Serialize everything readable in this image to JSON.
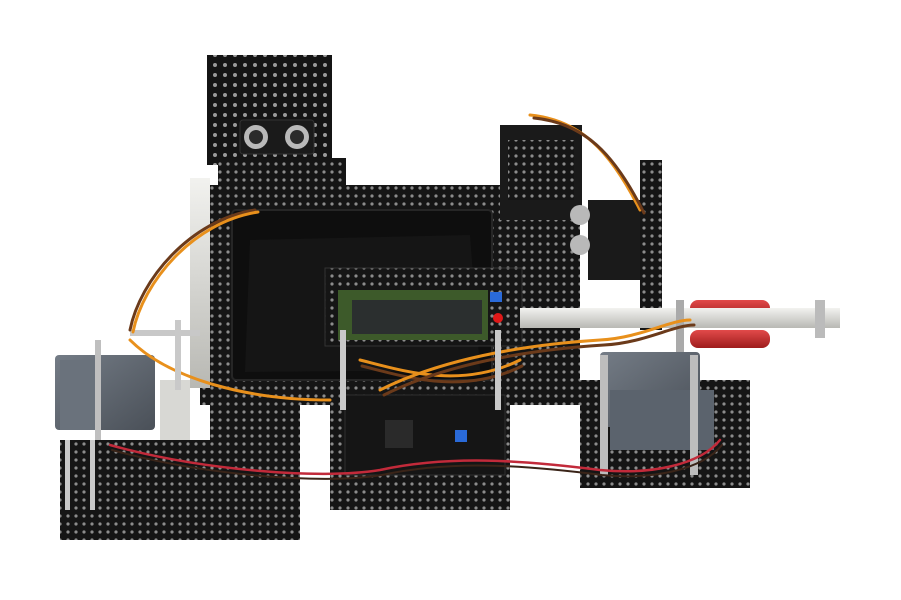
{
  "scene": {
    "background": "#ffffff",
    "colors": {
      "board": "#151515",
      "board_edge": "#2a2a2a",
      "hole": "#9a9a9a",
      "servo_gray": "#5f6670",
      "servo_dark": "#4a5058",
      "lcd_green": "#3d5a2a",
      "lcd_screen": "#2b2f2f",
      "battery_red": "#c0282a",
      "wire_orange": "#e8901c",
      "wire_brown": "#6b3a1a",
      "wire_red": "#c22a3a",
      "aluminum": "#d8d8d4",
      "led_red": "#e01818",
      "button_blue": "#2a6ad8"
    },
    "objects": [
      "base-pegboard-left",
      "base-pegboard-right",
      "center-pegboard-platform",
      "upright-sensor-panel",
      "ultrasonic-sensor-top",
      "ultrasonic-sensor-right",
      "battery-box",
      "lcd-display-module",
      "main-controller-board",
      "servo-left",
      "servo-right",
      "red-battery-cells",
      "aluminum-rail-right",
      "aluminum-rail-left",
      "servo-cables"
    ]
  }
}
